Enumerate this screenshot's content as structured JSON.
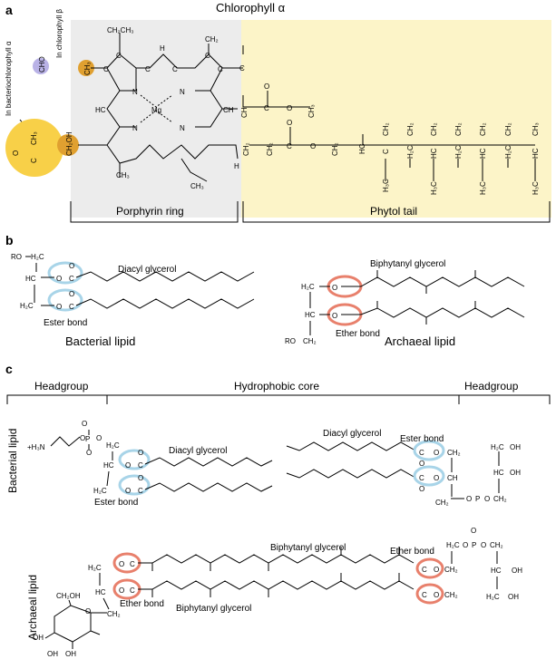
{
  "panel_a": {
    "letter": "a",
    "title": "Chlorophyll α",
    "side_label_chl_b": "In chlorophyll β",
    "side_label_bchl": "In bacteriochlorophyll α",
    "porphyrin_label": "Porphyrin ring",
    "phytol_label": "Phytol tail",
    "atoms": {
      "mg": "Mg",
      "n": "N",
      "h": "H",
      "c": "C",
      "o": "O",
      "hc": "HC",
      "ch": "CH",
      "ch2": "CH₂",
      "h2c": "H₂C",
      "ch3": "CH₃",
      "h3c": "H₃C",
      "ch2ch3": "CH₂CH₃",
      "cho": "CHO",
      "ch3_orange": "CH₃",
      "ch2oh": "CH₂OH"
    },
    "colors": {
      "porphyrin_bg": "#ececec",
      "phytol_bg": "#fcf4c8",
      "orange": "#e0a030",
      "purple": "#b9b2e6",
      "yellow": "#f8d048"
    }
  },
  "panel_b": {
    "letter": "b",
    "diacyl": "Diacyl glycerol",
    "ester_bond": "Ester bond",
    "bacterial_lipid": "Bacterial lipid",
    "biphytanyl": "Biphytanyl glycerol",
    "ether_bond": "Ether bond",
    "archaeal_lipid": "Archaeal lipid",
    "ro": "RO",
    "atoms": {
      "h2c": "H₂C",
      "hc": "HC",
      "ch2": "CH₂",
      "o": "O",
      "c": "C"
    }
  },
  "panel_c": {
    "letter": "c",
    "headgroup_left": "Headgroup",
    "hydrophobic_core": "Hydrophobic core",
    "headgroup_right": "Headgroup",
    "bacterial_lipid": "Bacterial lipid",
    "archaeal_lipid": "Archaeal lipid",
    "diacyl_1": "Diacyl glycerol",
    "diacyl_2": "Diacyl glycerol",
    "ester_bond_1": "Ester bond",
    "ester_bond_2": "Ester bond",
    "biphytanyl_1": "Biphytanyl glycerol",
    "biphytanyl_2": "Biphytanyl glycerol",
    "ether_bond_1": "Ether bond",
    "ether_bond_2": "Ether bond",
    "atoms": {
      "h3n": "+H₃N",
      "p": "P",
      "o": "O",
      "c": "C",
      "ch": "CH",
      "hc": "HC",
      "oh": "OH",
      "ch2": "CH₂",
      "h2c": "H₂C",
      "ch2oh": "CH₂OH"
    },
    "colors": {
      "ester": "#a8d4e8",
      "ether": "#e8806c"
    }
  }
}
